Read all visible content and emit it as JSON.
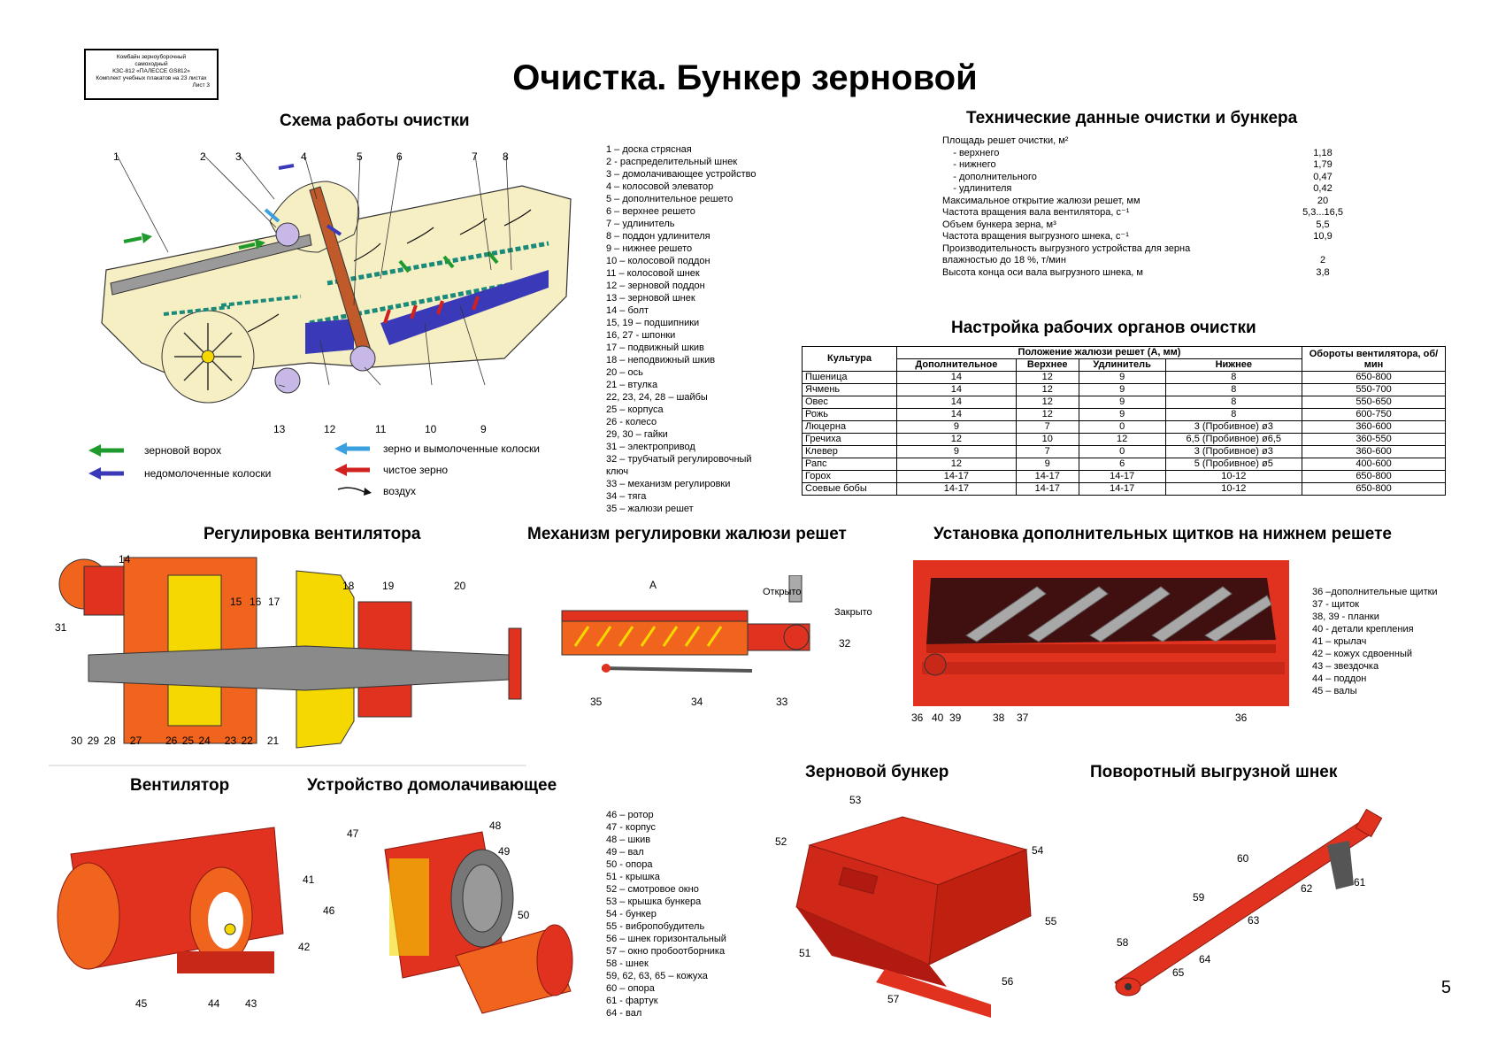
{
  "stamp": [
    "Комбайн зерноуборочный",
    "самоходный",
    "КЗС-812 «ПАЛЕССЕ GS812»",
    "Комплект учебных плакатов на 23 листах",
    "Лист 3"
  ],
  "title": "Очистка. Бункер зерновой",
  "sections": {
    "scheme": "Схема работы очистки",
    "tech": "Технические данные очистки и бункера",
    "setup": "Настройка рабочих органов очистки",
    "fan_adjust": "Регулировка вентилятора",
    "louver": "Механизм регулировки жалюзи решет",
    "shields": "Установка дополнительных щитков на нижнем решете",
    "fan": "Вентилятор",
    "rethresher": "Устройство домолачивающее",
    "hopper": "Зерновой бункер",
    "auger": "Поворотный выгрузной шнек"
  },
  "scheme_numbers": [
    "1",
    "2",
    "3",
    "4",
    "5",
    "6",
    "7",
    "8",
    "9",
    "10",
    "11",
    "12",
    "13"
  ],
  "scheme_legend": {
    "heap": "зерновой ворох",
    "unthreshed": "недомолоченные колоски",
    "grain_ears": "зерно и вымолоченные колоски",
    "clean": "чистое зерно",
    "air": "воздух"
  },
  "parts_1": [
    "1 – доска стрясная",
    "2 -  распределительный шнек",
    "3 – домолачивающее устройство",
    "4 – колосовой элеватор",
    "5 – дополнительное решето",
    "6 – верхнее решето",
    "7 – удлинитель",
    "8 – поддон удлинителя",
    "9 – нижнее решето",
    "10 – колосовой поддон",
    "11 – колосовой шнек",
    "12 – зерновой поддон",
    "13 – зерновой шнек",
    "14 – болт",
    "15, 19 – подшипники",
    "16, 27 - шпонки",
    "17 – подвижный шкив",
    "18 – неподвижный шкив",
    "20 – ось",
    "21 – втулка",
    "22, 23, 24, 28 – шайбы",
    "25 – корпуса",
    "26 - колесо",
    "29, 30 – гайки",
    "31 – электропривод",
    "32 – трубчатый регулировочный",
    "ключ",
    "33 – механизм регулировки",
    "34 – тяга",
    "35 – жалюзи решет"
  ],
  "tech_data": [
    {
      "label": "Площадь решет очистки, м²",
      "value": ""
    },
    {
      "label": "    - верхнего",
      "value": "1,18"
    },
    {
      "label": "    - нижнего",
      "value": "1,79"
    },
    {
      "label": "    - дополнительного",
      "value": "0,47"
    },
    {
      "label": "    - удлинителя",
      "value": "0,42"
    },
    {
      "label": "Максимальное открытие жалюзи решет, мм",
      "value": "20"
    },
    {
      "label": "Частота вращения вала вентилятора, с⁻¹",
      "value": "5,3...16,5"
    },
    {
      "label": "Объем бункера зерна, м³",
      "value": "5,5"
    },
    {
      "label": "Частота вращения выгрузного шнека, с⁻¹",
      "value": "10,9"
    },
    {
      "label": "Производительность выгрузного устройства для зерна",
      "value": ""
    },
    {
      "label": "влажностью до 18 %, т/мин",
      "value": "2"
    },
    {
      "label": "Высота конца оси вала выгрузного шнека, м",
      "value": "3,8"
    }
  ],
  "setup_table": {
    "headers": {
      "culture": "Культура",
      "louver": "Положение жалюзи решет (А, мм)",
      "speed": "Обороты вентилятора, об/мин",
      "additional": "Дополнительное",
      "upper": "Верхнее",
      "extender": "Удлинитель",
      "lower": "Нижнее"
    },
    "rows": [
      [
        "Пшеница",
        "14",
        "12",
        "9",
        "8",
        "650-800"
      ],
      [
        "Ячмень",
        "14",
        "12",
        "9",
        "8",
        "550-700"
      ],
      [
        "Овес",
        "14",
        "12",
        "9",
        "8",
        "550-650"
      ],
      [
        "Рожь",
        "14",
        "12",
        "9",
        "8",
        "600-750"
      ],
      [
        "Люцерна",
        "9",
        "7",
        "0",
        "3 (Пробивное) ø3",
        "360-600"
      ],
      [
        "Гречиха",
        "12",
        "10",
        "12",
        "6,5 (Пробивное) ø6,5",
        "360-550"
      ],
      [
        "Клевер",
        "9",
        "7",
        "0",
        "3 (Пробивное) ø3",
        "360-600"
      ],
      [
        "Рапс",
        "12",
        "9",
        "6",
        "5 (Пробивное) ø5",
        "400-600"
      ],
      [
        "Горох",
        "14-17",
        "14-17",
        "14-17",
        "10-12",
        "650-800"
      ],
      [
        "Соевые бобы",
        "14-17",
        "14-17",
        "14-17",
        "10-12",
        "650-800"
      ]
    ]
  },
  "fan_adjust_numbers": {
    "top": [
      "14",
      "31",
      "15",
      "16",
      "17",
      "18",
      "19",
      "20"
    ],
    "bottom": [
      "30",
      "29",
      "28",
      "27",
      "26",
      "25",
      "24",
      "23",
      "22",
      "21"
    ]
  },
  "louver_labels": {
    "a": "А",
    "open": "Открыто",
    "closed": "Закрыто",
    "n32": "32",
    "n35": "35",
    "n34": "34",
    "n33": "33"
  },
  "shields_numbers": [
    "36",
    "40",
    "39",
    "38",
    "37",
    "36"
  ],
  "parts_2": [
    "36 –дополнительные щитки",
    "37 - щиток",
    "38, 39 - планки",
    "40 - детали крепления",
    "41 – крылач",
    "42 – кожух сдвоенный",
    "43 – звездочка",
    "44 – поддон",
    "45 – валы"
  ],
  "fan_numbers": [
    "41",
    "42",
    "45",
    "44",
    "43"
  ],
  "rethresher_numbers": [
    "47",
    "48",
    "49",
    "46",
    "50"
  ],
  "parts_3": [
    "46 – ротор",
    "47 - корпус",
    "48 – шкив",
    "49 – вал",
    "50 - опора",
    "51 - крышка",
    "52 – смотровое окно",
    "53 – крышка бункера",
    "54 - бункер",
    "55 - вибропобудитель",
    "56 – шнек горизонтальный",
    "57 – окно пробоотборника",
    "58 - шнек",
    "59, 62, 63, 65 – кожуха",
    "60 – опора",
    "61 - фартук",
    "64 - вал"
  ],
  "hopper_numbers": [
    "53",
    "52",
    "54",
    "55",
    "51",
    "56",
    "57"
  ],
  "auger_numbers": [
    "60",
    "59",
    "62",
    "61",
    "63",
    "58",
    "64",
    "65"
  ],
  "page_number": "5",
  "colors": {
    "red": "#e0321e",
    "orange": "#f0641e",
    "yellow": "#f5d800",
    "blue": "#3a3ab8",
    "green": "#1f9a2d",
    "cream": "#f7efc4",
    "grey": "#8a8a8a"
  }
}
